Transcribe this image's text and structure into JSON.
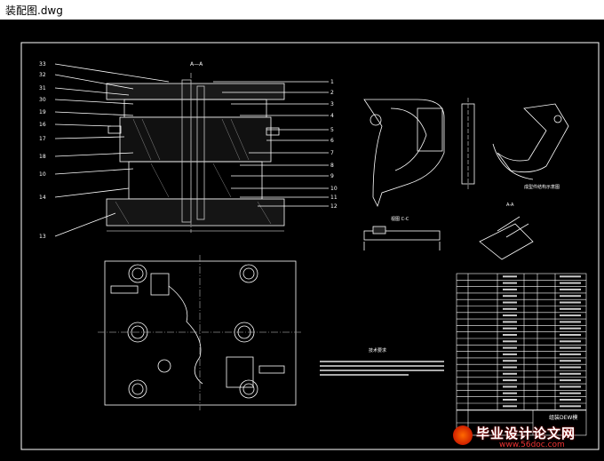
{
  "window": {
    "title": "装配图.dwg"
  },
  "drawing": {
    "section_label": "A—A",
    "callouts_left": [
      "33",
      "32",
      "31",
      "30",
      "19",
      "16",
      "17",
      "18",
      "10",
      "14",
      "13"
    ],
    "callouts_right": [
      "1",
      "2",
      "3",
      "4",
      "5",
      "6",
      "7",
      "8",
      "9",
      "10",
      "11",
      "12"
    ],
    "title_block_name": "组装DEW模",
    "tech_note_title": "技术要求",
    "view_c_label": "视图 C-C",
    "view_b_label": "A-A",
    "part_label": "成型件结构示意图"
  },
  "watermark": {
    "brand": "毕业设计论文网",
    "url": "www.56doc.com"
  }
}
